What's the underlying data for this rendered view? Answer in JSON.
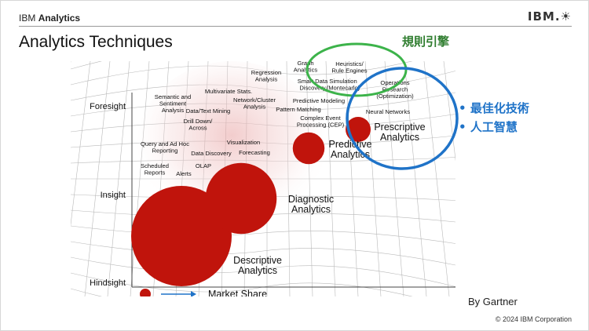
{
  "header": {
    "brand_prefix": "IBM",
    "brand_name": "Analytics",
    "logo_text": "IBM.",
    "title": "Analytics Techniques"
  },
  "annotations": {
    "rules_label": "規則引擎",
    "bullets": [
      "最佳化技術",
      "人工智慧"
    ]
  },
  "axis": {
    "y_labels": [
      "Foresight",
      "Insight",
      "Hindsight"
    ]
  },
  "legend": {
    "label": "Market Share"
  },
  "categories": [
    {
      "name": "Descriptive\nAnalytics",
      "value": 4
    },
    {
      "name": "Diagnostic\nAnalytics",
      "value": 2
    },
    {
      "name": "Predictive\nAnalytics",
      "value": 0.4
    },
    {
      "name": "Prescriptive\nAnalytics",
      "value": 0.25
    }
  ],
  "techniques": [
    "Regression\nAnalysis",
    "Graph\nAnalytics",
    "Heuristics/\nRule Engines",
    "Smart Data\nDiscovery",
    "Simulation\n(Montecarlo)",
    "Operations\nResearch\n(Optimization)",
    "Semantic and\nSentiment\nAnalysis",
    "Multivariate Stats.",
    "Network/Cluster\nAnalysis",
    "Predictive Modeling",
    "Data/Text Mining",
    "Pattern Matching",
    "Neural Networks",
    "Drill Down/\nAcross",
    "Complex Event\nProcessing (CEP)",
    "Query and Ad Hoc\nReporting",
    "Visualization",
    "Data Discovery",
    "Forecasting",
    "Scheduled\nReports",
    "OLAP",
    "Alerts"
  ],
  "footer": {
    "source": "By Gartner",
    "copyright": "© 2024 IBM Corporation"
  },
  "colors": {
    "bubble": "#c0140c",
    "green_ring": "#3cb34a",
    "blue_ring": "#1f73c8",
    "grid": "#b9b9b9",
    "arrow": "#1f73c8"
  }
}
